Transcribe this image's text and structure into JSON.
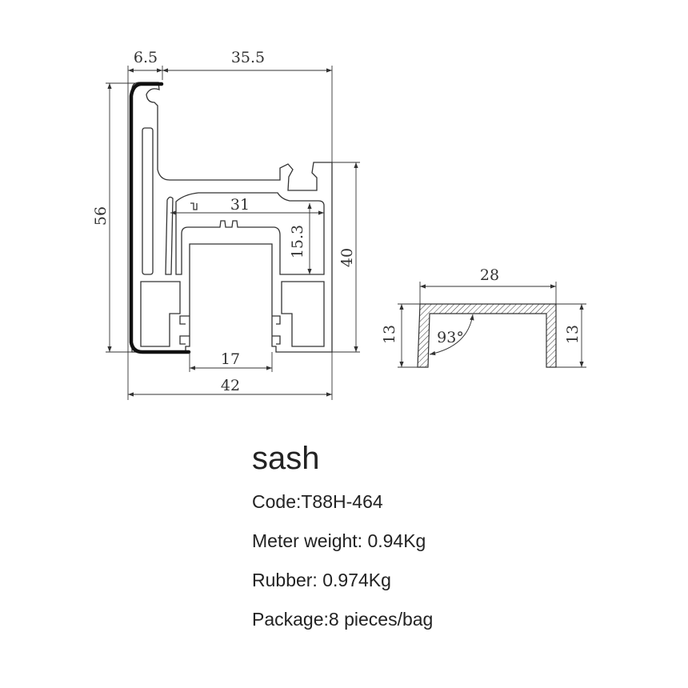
{
  "main_profile": {
    "dimensions": {
      "top_left": "6.5",
      "top_right": "35.5",
      "height_left": "56",
      "height_right": "40",
      "inner_width": "31",
      "inner_height": "15.3",
      "opening_width": "17",
      "total_width": "42"
    }
  },
  "rubber_profile": {
    "dimensions": {
      "width": "28",
      "left_height": "13",
      "right_height": "13",
      "angle": "93°"
    }
  },
  "colors": {
    "line": "#333333",
    "rubber": "#111111"
  },
  "specs": {
    "title": "sash",
    "code": "Code:T88H-464",
    "meter_weight": "Meter weight: 0.94Kg",
    "rubber": "Rubber: 0.974Kg",
    "package": "Package:8 pieces/bag"
  }
}
